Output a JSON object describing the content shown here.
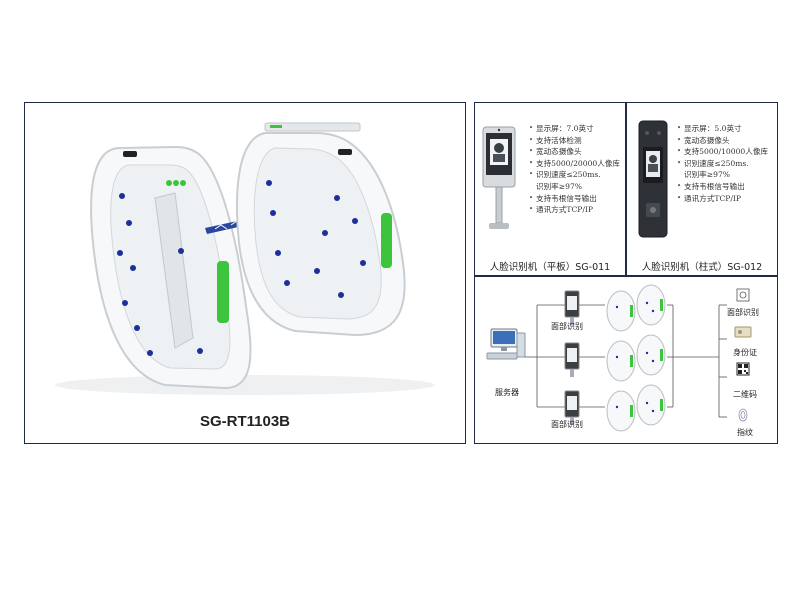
{
  "main": {
    "model": "SG-RT1103B"
  },
  "sg011": {
    "specs": [
      "显示屏：7.0英寸",
      "支持活体检测",
      "宽动态摄像头",
      "支持5000/20000人像库",
      "识别速度≤250ms.\n识别率≥97%",
      "支持韦根信号输出",
      "通讯方式TCP/IP"
    ],
    "caption": "人脸识别机（平板）SG-011"
  },
  "sg012": {
    "specs": [
      "显示屏：5.0英寸",
      "宽动态摄像头",
      "支持5000/10000人像库",
      "识别速度≤250ms.\n识别率≥97%",
      "支持韦根信号输出",
      "通讯方式TCP/IP"
    ],
    "caption": "人脸识别机（柱式）SG-012"
  },
  "system": {
    "server_label": "服务器",
    "face_label_top": "面部识别",
    "face_label_bottom": "面部识别",
    "methods": [
      "面部识别",
      "身份证",
      "二维码",
      "指纹"
    ]
  },
  "colors": {
    "border": "#1f2a44",
    "green_panel": "#3cc43c",
    "blue_dot": "#1c2f9a",
    "frame": "#f4f5f6"
  }
}
